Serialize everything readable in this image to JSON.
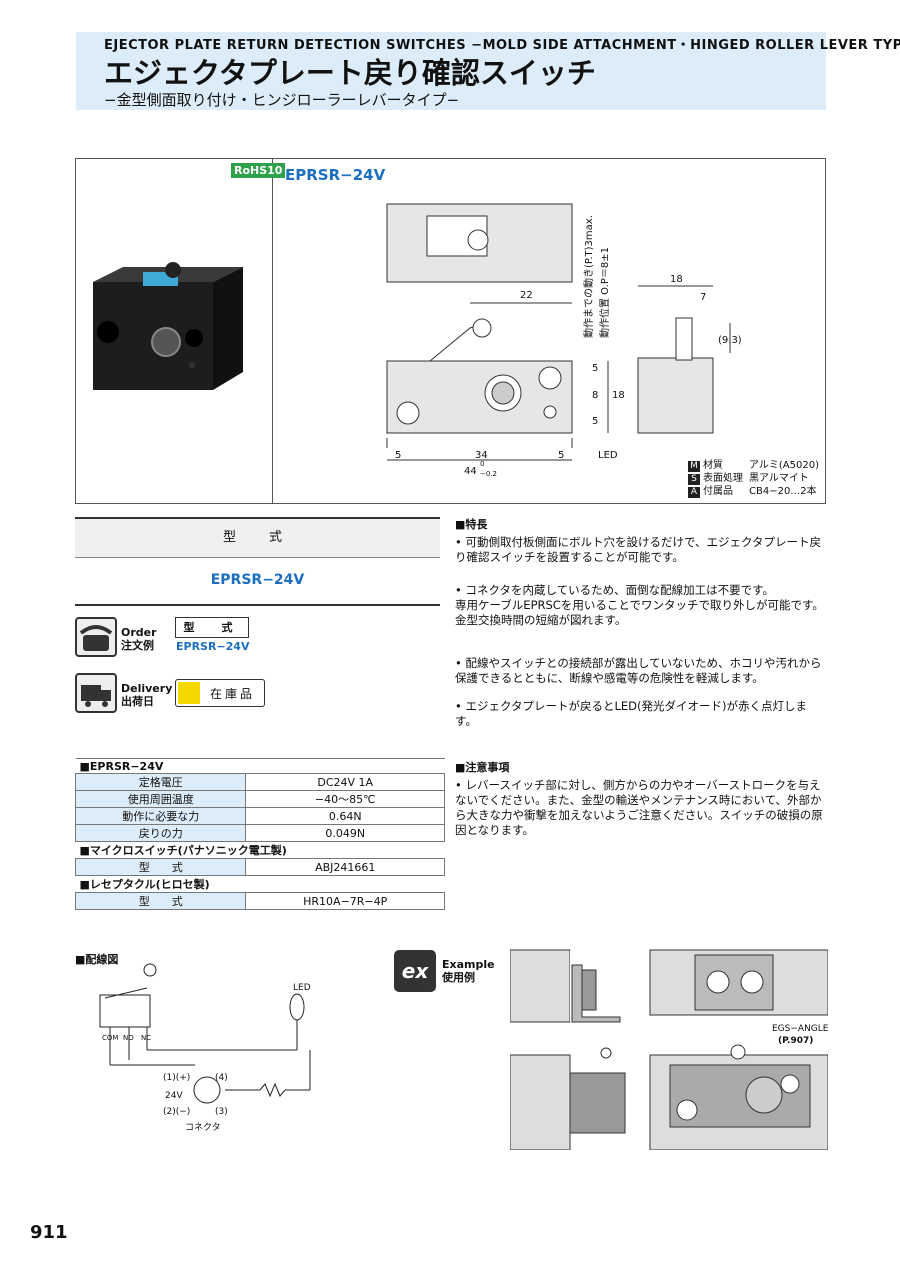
{
  "header": {
    "title_en": "EJECTOR PLATE RETURN DETECTION SWITCHES  −MOLD SIDE ATTACHMENT・HINGED ROLLER LEVER TYPE−",
    "title_jp": "エジェクタプレート戻り確認スイッチ",
    "subtitle": "−金型側面取り付け・ヒンジローラーレバータイプ−"
  },
  "product": {
    "rohs": "RoHS10",
    "model": "EPRSR−24V"
  },
  "drawing": {
    "dims": [
      "22",
      "18",
      "7",
      "(9.3)",
      "5",
      "8",
      "18",
      "5",
      "5",
      "34",
      "5",
      "44",
      "0",
      "−0.2",
      "LED"
    ],
    "vertical_1": "動作までの動き(P.T)3max.",
    "vertical_2": "動作位置 O.P＝8±1"
  },
  "materials": [
    {
      "key": "M",
      "label": "材質",
      "value": "アルミ(A5020)"
    },
    {
      "key": "S",
      "label": "表面処理",
      "value": "黒アルマイト"
    },
    {
      "key": "A",
      "label": "付属品",
      "value": "CB4−20…2本"
    }
  ],
  "type_table": {
    "header": "型　式",
    "value": "EPRSR−24V"
  },
  "order": {
    "label_en": "Order",
    "label_jp": "注文例",
    "box_label": "型　式",
    "value": "EPRSR−24V"
  },
  "delivery": {
    "label_en": "Delivery",
    "label_jp": "出荷日",
    "stock": "在庫品"
  },
  "features": {
    "title": "■特長",
    "items": [
      "可動側取付板側面にボルト穴を設けるだけで、エジェクタプレート戻り確認スイッチを設置することが可能です。",
      "コネクタを内蔵しているため、面倒な配線加工は不要です。\n専用ケーブルEPRSCを用いることでワンタッチで取り外しが可能です。\n金型交換時間の短縮が図れます。",
      "配線やスイッチとの接続部が露出していないため、ホコリや汚れから保護できるとともに、断線や感電等の危険性を軽減します。",
      "エジェクタプレートが戻るとLED(発光ダイオード)が赤く点灯します。"
    ]
  },
  "cautions": {
    "title": "■注意事項",
    "items": [
      "レバースイッチ部に対し、側方からの力やオーバーストロークを与えないでください。また、金型の輸送やメンテナンス時において、外部から大きな力や衝撃を加えないようご注意ください。スイッチの破損の原因となります。"
    ]
  },
  "spec": {
    "section1": "■EPRSR−24V",
    "rows1": [
      {
        "k": "定格電圧",
        "v": "DC24V 1A"
      },
      {
        "k": "使用周囲温度",
        "v": "−40〜85℃"
      },
      {
        "k": "動作に必要な力",
        "v": "0.64N"
      },
      {
        "k": "戻りの力",
        "v": "0.049N"
      }
    ],
    "section2": "■マイクロスイッチ(パナソニック電工製)",
    "rows2": [
      {
        "k": "型　　式",
        "v": "ABJ241661"
      }
    ],
    "section3": "■レセプタクル(ヒロセ製)",
    "rows3": [
      {
        "k": "型　　式",
        "v": "HR10A−7R−4P"
      }
    ]
  },
  "wiring": {
    "title": "■配線図",
    "led": "LED",
    "com": "COM",
    "no": "NO",
    "nc": "NC",
    "p1": "(1)(+)",
    "p4": "(4)",
    "v24": "24V",
    "p2": "(2)(−)",
    "p3": "(3)",
    "connector": "コネクタ"
  },
  "example": {
    "icon": "ex",
    "label_en": "Example",
    "label_jp": "使用例",
    "angle": "EGS−ANGLE",
    "page_ref": "(P.907)"
  },
  "page_number": "911"
}
